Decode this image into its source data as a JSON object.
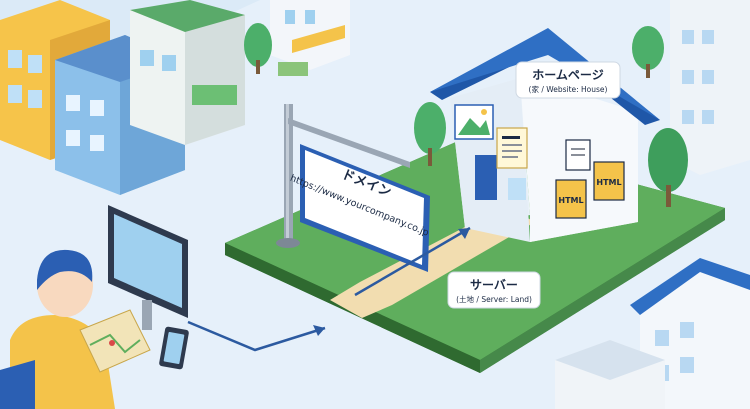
{
  "labels": {
    "homepage": {
      "title": "ホームページ",
      "subtitle": "(家 / Website: House)"
    },
    "server": {
      "title": "サーバー",
      "subtitle": "(土地 / Server: Land)"
    },
    "domain": {
      "title": "ドメイン",
      "url": "https://www.yourcompany.co.jp"
    }
  },
  "file_tags": {
    "html_left": "HTML",
    "html_right": "HTML"
  },
  "colors": {
    "roof": "#2f6fc4",
    "land": "#5fae5d",
    "path": "#f2ddb0",
    "sign_border": "#2b5fb3",
    "arrow": "#2c5aa0",
    "sky": "#dbeaf7"
  },
  "icons": [
    "monitor-icon",
    "smartphone-icon",
    "map-icon",
    "image-file-icon",
    "text-file-icon",
    "html-file-icon"
  ]
}
